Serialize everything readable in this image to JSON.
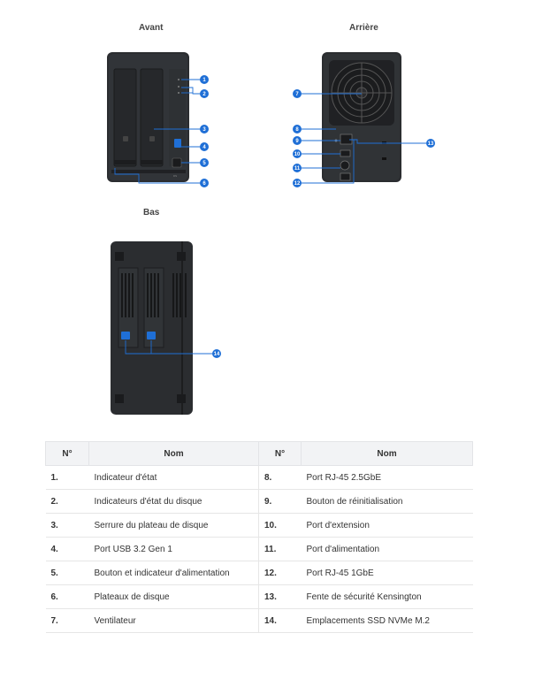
{
  "views": {
    "front_title": "Avant",
    "rear_title": "Arrière",
    "bottom_title": "Bas"
  },
  "table": {
    "headers": [
      "N°",
      "Nom",
      "N°",
      "Nom"
    ],
    "rows": [
      {
        "n1": "1.",
        "name1": "Indicateur d'état",
        "n2": "8.",
        "name2": "Port RJ-45 2.5GbE"
      },
      {
        "n1": "2.",
        "name1": "Indicateurs d'état du disque",
        "n2": "9.",
        "name2": "Bouton de réinitialisation"
      },
      {
        "n1": "3.",
        "name1": "Serrure du plateau de disque",
        "n2": "10.",
        "name2": "Port d'extension"
      },
      {
        "n1": "4.",
        "name1": "Port USB 3.2 Gen 1",
        "n2": "11.",
        "name2": "Port d'alimentation"
      },
      {
        "n1": "5.",
        "name1": "Bouton et indicateur d'alimentation",
        "n2": "12.",
        "name2": "Port RJ-45 1GbE"
      },
      {
        "n1": "6.",
        "name1": "Plateaux de disque",
        "n2": "13.",
        "name2": "Fente de sécurité Kensington"
      },
      {
        "n1": "7.",
        "name1": "Ventilateur",
        "n2": "14.",
        "name2": "Emplacements SSD NVMe M.2"
      }
    ]
  },
  "callouts": {
    "c1": "1",
    "c2": "2",
    "c3": "3",
    "c4": "4",
    "c5": "5",
    "c6": "6",
    "c7": "7",
    "c8": "8",
    "c9": "9",
    "c10": "10",
    "c11": "11",
    "c12": "12",
    "c13": "13",
    "c14": "14"
  },
  "colors": {
    "accent": "#1f6fd6",
    "device": "#2b2d30",
    "header_bg": "#f2f3f5"
  }
}
